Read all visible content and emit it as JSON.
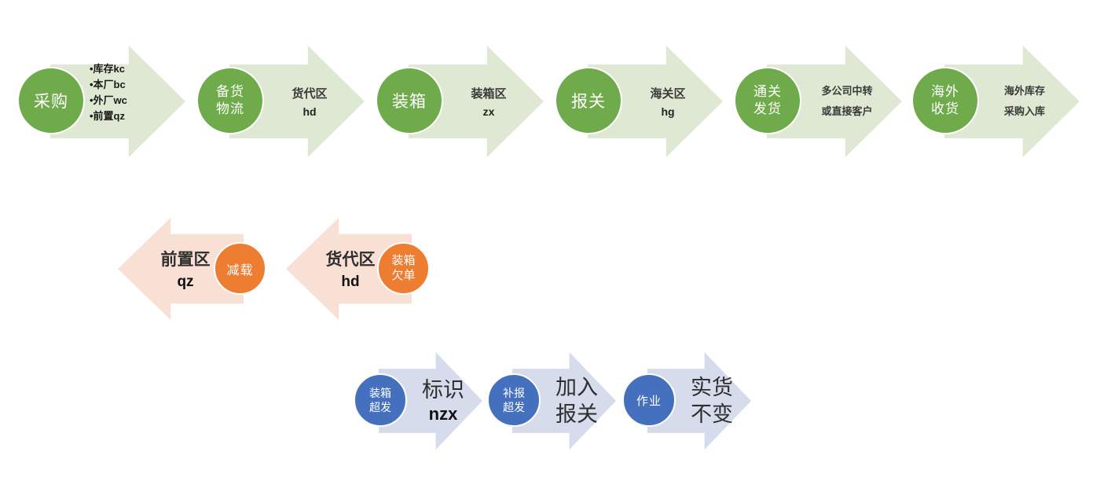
{
  "colors": {
    "green_circle": "#6FAB4B",
    "green_arrow": "#DEE8D2",
    "orange_circle": "#ED7D31",
    "orange_arrow": "#F8E0D5",
    "blue_circle": "#4470BE",
    "blue_arrow": "#D7DCEC"
  },
  "row1": {
    "items": [
      {
        "circle": [
          "采购"
        ],
        "bullets": [
          "•库存kc",
          "•本厂bc",
          "•外厂wc",
          "•前置qz"
        ]
      },
      {
        "circle": [
          "备货",
          "物流"
        ],
        "label": [
          "货代区",
          "hd"
        ]
      },
      {
        "circle": [
          "装箱"
        ],
        "label": [
          "装箱区",
          "zx"
        ]
      },
      {
        "circle": [
          "报关"
        ],
        "label": [
          "海关区",
          "hg"
        ]
      },
      {
        "circle": [
          "通关",
          "发货"
        ],
        "label": [
          "多公司中转",
          "或直接客户"
        ]
      },
      {
        "circle": [
          "海外",
          "收货"
        ],
        "label": [
          "海外库存",
          "采购入库"
        ]
      }
    ]
  },
  "row2": {
    "items": [
      {
        "label": [
          "前置区",
          "qz"
        ],
        "circle": [
          "减载"
        ]
      },
      {
        "label": [
          "货代区",
          "hd"
        ],
        "circle": [
          "装箱",
          "欠单"
        ]
      }
    ]
  },
  "row3": {
    "items": [
      {
        "circle": [
          "装箱",
          "超发"
        ],
        "label": [
          "标识",
          "nzx"
        ]
      },
      {
        "circle": [
          "补报",
          "超发"
        ],
        "label": [
          "加入",
          "报关"
        ]
      },
      {
        "circle": [
          "作业"
        ],
        "label": [
          "实货",
          "不变"
        ]
      }
    ]
  }
}
